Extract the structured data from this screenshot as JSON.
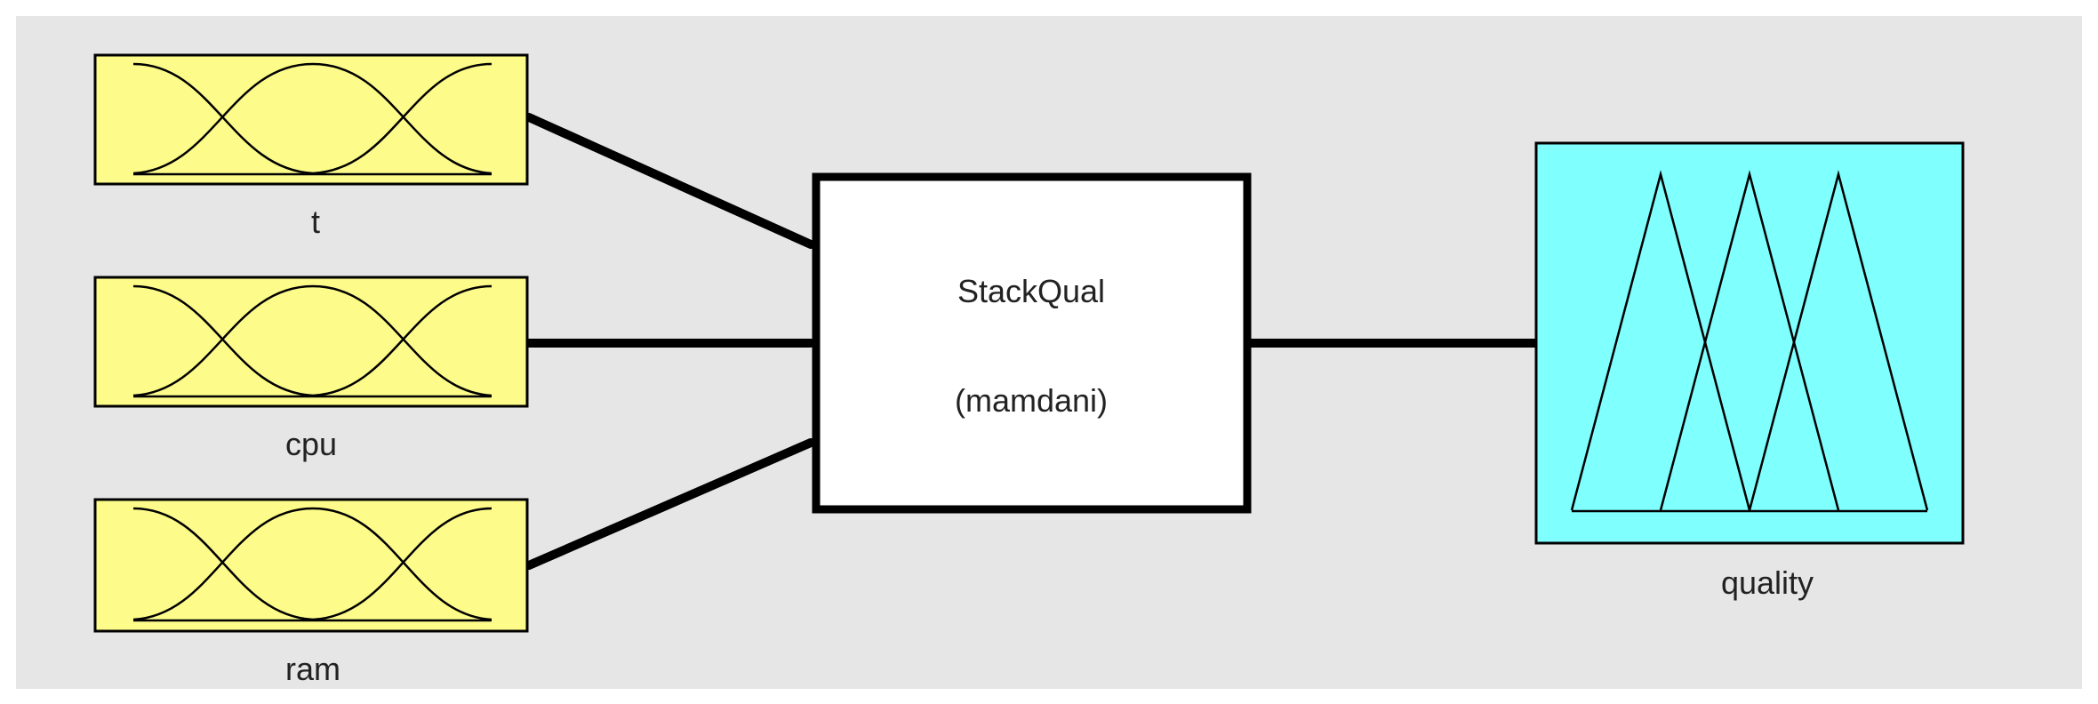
{
  "diagram": {
    "inputs": [
      {
        "label": "t"
      },
      {
        "label": "cpu"
      },
      {
        "label": "ram"
      }
    ],
    "system": {
      "name": "StackQual",
      "type": "(mamdani)"
    },
    "output": {
      "label": "quality"
    }
  },
  "colors": {
    "background": "#e6e6e6",
    "input_box": "#fdfb8a",
    "output_box": "#80ffff",
    "system_box": "#ffffff"
  }
}
